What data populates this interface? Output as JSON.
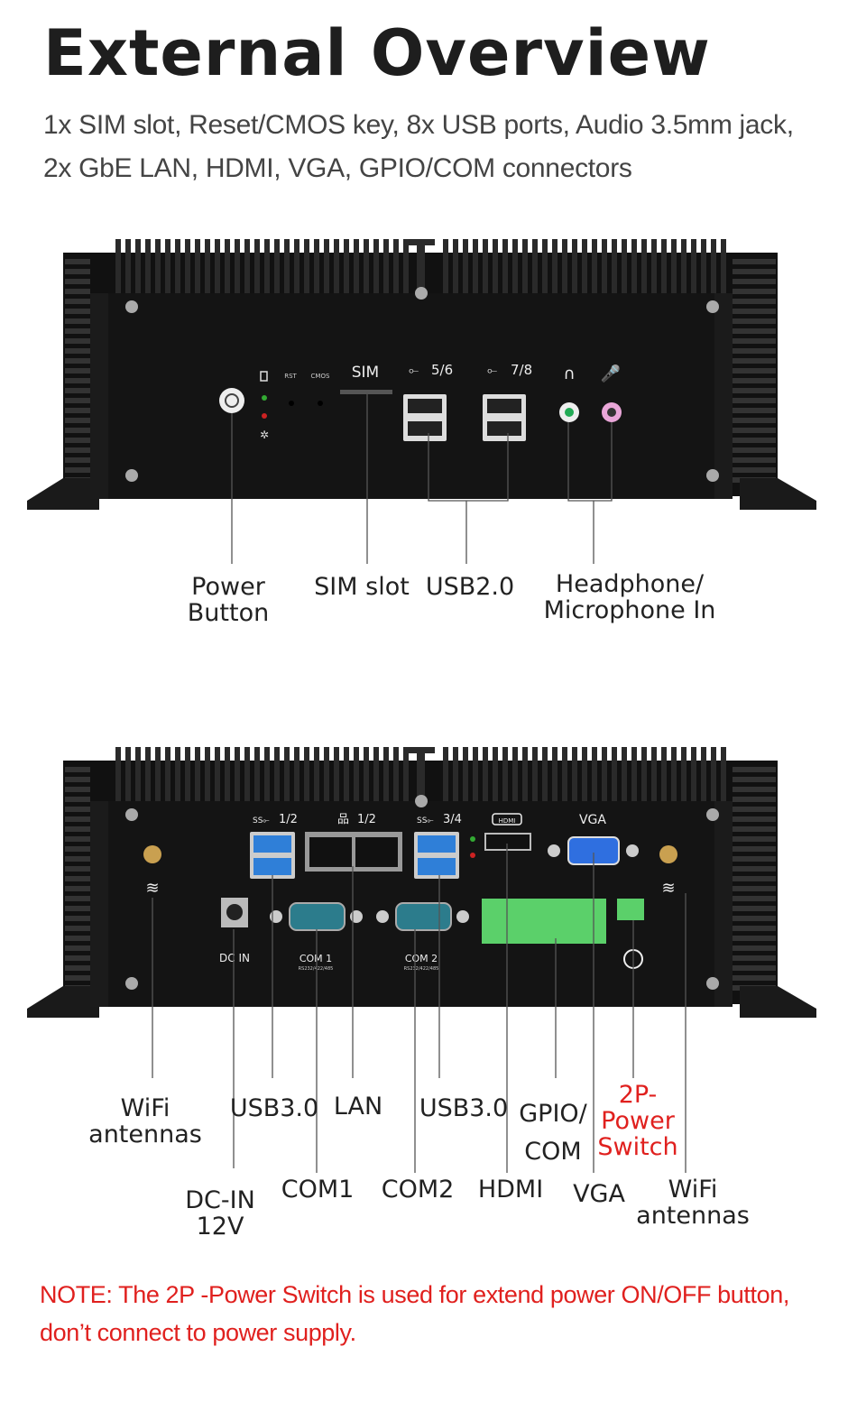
{
  "title": "External Overview",
  "subtitle": [
    "1x SIM slot, Reset/CMOS key, 8x USB ports, Audio 3.5mm jack,",
    "2x GbE LAN, HDMI, VGA, GPIO/COM connectors"
  ],
  "front_panel": {
    "markings": {
      "rst": "RST",
      "cmos": "CMOS",
      "sim": "SIM",
      "usb_a": "5/6",
      "usb_b": "7/8"
    },
    "labels": {
      "power": [
        "Power",
        "Button"
      ],
      "sim": "SIM slot",
      "usb": "USB2.0",
      "audio": [
        "Headphone/",
        "Microphone In"
      ]
    }
  },
  "rear_panel": {
    "markings": {
      "usb_a": "1/2",
      "lan": "1/2",
      "usb_b": "3/4",
      "hdmi": "HDMI",
      "vga": "VGA",
      "dcin": "DC IN",
      "com1": "COM 1",
      "com2": "COM 2",
      "com_sub": "RS232/422/485"
    },
    "labels": {
      "wifi_left": [
        "WiFi",
        "antennas"
      ],
      "usb3_left": "USB3.0",
      "lan": "LAN",
      "usb3_right": "USB3.0",
      "gpio": [
        "GPIO/",
        "COM"
      ],
      "power_switch": [
        "2P-",
        "Power",
        "Switch"
      ],
      "dcin": [
        "DC-IN",
        "12V"
      ],
      "com1": "COM1",
      "com2": "COM2",
      "hdmi": "HDMI",
      "vga": "VGA",
      "wifi_right": [
        "WiFi",
        "antennas"
      ]
    }
  },
  "note": [
    "NOTE: The 2P -Power Switch is used for extend power ON/OFF button,",
    "don’t connect to power supply."
  ],
  "colors": {
    "note": "#e0201e",
    "usb3": "#2f7fd8",
    "vga": "#2f6fe0",
    "terminal": "#5bd06a",
    "com": "#2c7c8c"
  }
}
